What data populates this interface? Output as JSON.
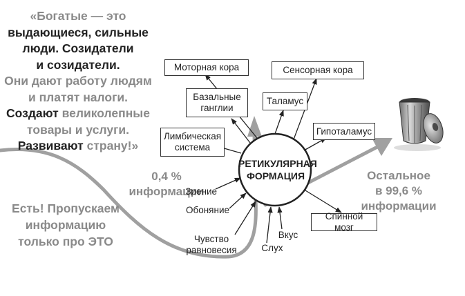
{
  "quote": {
    "open": "«Богатые — это",
    "line2": "выдающиеся, сильные",
    "line3": "люди. Созидатели",
    "line4": "и созидатели.",
    "line5": "Они дают работу людям",
    "line6": "и платят налоги.",
    "line7_dark": "Создают",
    "line7_light": " великолепные",
    "line8": "товары и услуги.",
    "line9_dark": "Развивают",
    "line9_light": " страну!»"
  },
  "note": {
    "line1": "Есть! Пропускаем",
    "line2": "информацию",
    "line3": "только про ЭТО"
  },
  "info_small": "0,4 % информации",
  "info_rest": {
    "line1": "Остальное",
    "line2": "в 99,6 % информации"
  },
  "center": {
    "line1": "РЕТИКУЛЯРНАЯ",
    "line2": "ФОРМАЦИЯ"
  },
  "boxes": {
    "motor": "Моторная кора",
    "sensory": "Сенсорная кора",
    "basal_1": "Базальные",
    "basal_2": "ганглии",
    "thalamus": "Таламус",
    "limbic_1": "Лимбическая",
    "limbic_2": "система",
    "hypothalamus": "Гипоталамус",
    "spinal": "Спинной мозг"
  },
  "inputs": {
    "vision": "Зрение",
    "smell": "Обоняние",
    "balance_1": "Чувство",
    "balance_2": "равновесия",
    "hearing": "Слух",
    "taste": "Вкус"
  },
  "icons": [
    "trash-can-icon"
  ],
  "colors": {
    "dark_text": "#222222",
    "gray_text": "#8a8a8a",
    "flow_arrow": "#a0a0a0"
  }
}
